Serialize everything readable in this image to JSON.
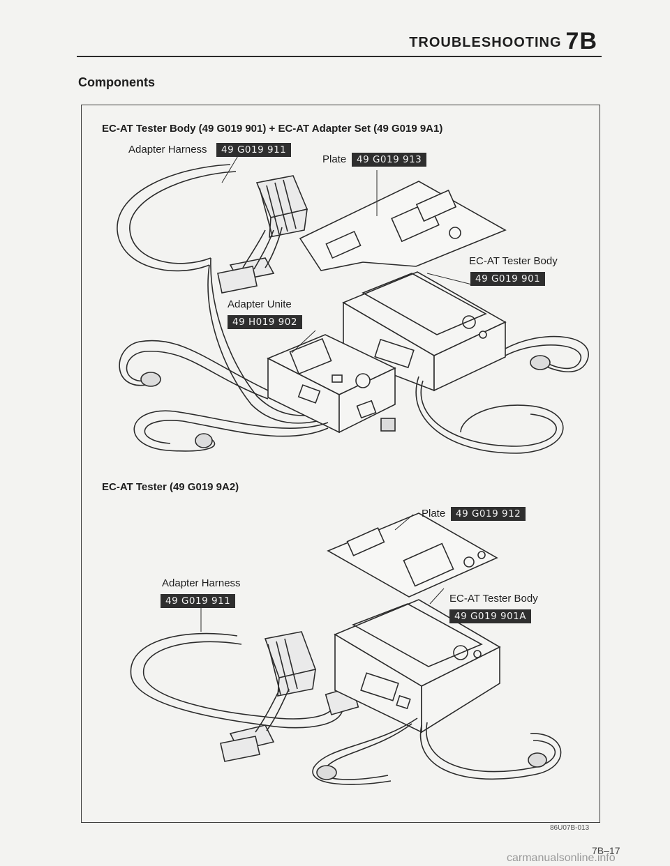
{
  "header": {
    "title": "TROUBLESHOOTING",
    "section": "7B"
  },
  "section_heading": "Components",
  "figure1": {
    "caption": "EC-AT Tester Body (49 G019 901) + EC-AT Adapter Set (49 G019 9A1)",
    "adapter_harness": {
      "label": "Adapter Harness",
      "part": "49 G019 911"
    },
    "plate": {
      "label": "Plate",
      "part": "49 G019 913"
    },
    "tester_body": {
      "label": "EC-AT Tester Body",
      "part": "49 G019 901"
    },
    "adapter_unit": {
      "label": "Adapter Unite",
      "part": "49 H019 902"
    }
  },
  "figure2": {
    "caption": "EC-AT Tester (49 G019 9A2)",
    "plate": {
      "label": "Plate",
      "part": "49 G019 912"
    },
    "adapter_harness": {
      "label": "Adapter Harness",
      "part": "49 G019 911"
    },
    "tester_body": {
      "label": "EC-AT Tester Body",
      "part": "49 G019 901A"
    }
  },
  "figure_code": "86U07B-013",
  "page_number": "7B–17",
  "watermark": "carmanualsonline.info"
}
